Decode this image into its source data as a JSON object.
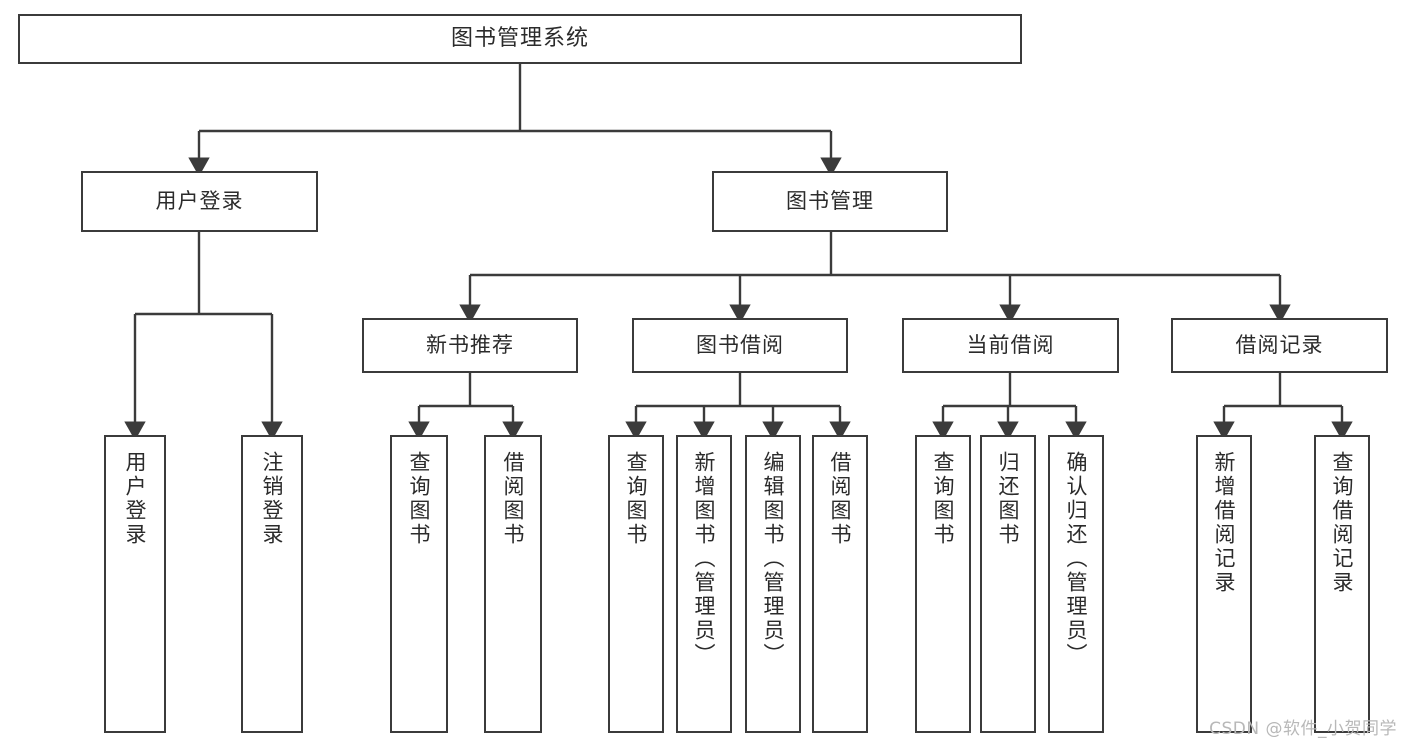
{
  "diagram": {
    "type": "tree-hierarchy",
    "title": "图书管理系统",
    "root": {
      "label": "图书管理系统"
    },
    "level2": [
      {
        "label": "用户登录"
      },
      {
        "label": "图书管理"
      }
    ],
    "level3": [
      {
        "label": "新书推荐"
      },
      {
        "label": "图书借阅"
      },
      {
        "label": "当前借阅"
      },
      {
        "label": "借阅记录"
      }
    ],
    "leaves": {
      "user_login": [
        {
          "label": "用户登录"
        },
        {
          "label": "注销登录"
        }
      ],
      "new_book_recommend": [
        {
          "label": "查询图书"
        },
        {
          "label": "借阅图书"
        }
      ],
      "book_borrow": [
        {
          "label": "查询图书"
        },
        {
          "label": "新增图书（管理员）"
        },
        {
          "label": "编辑图书（管理员）"
        },
        {
          "label": "借阅图书"
        }
      ],
      "current_borrow": [
        {
          "label": "查询图书"
        },
        {
          "label": "归还图书"
        },
        {
          "label": "确认归还（管理员）"
        }
      ],
      "borrow_record": [
        {
          "label": "新增借阅记录"
        },
        {
          "label": "查询借阅记录"
        }
      ]
    }
  },
  "watermark": {
    "text": "CSDN @软件_小贺同学"
  },
  "colors": {
    "border": "#3b3b3b",
    "text": "#2b2b2b",
    "background": "#ffffff",
    "watermark": "#b8b8b8"
  }
}
